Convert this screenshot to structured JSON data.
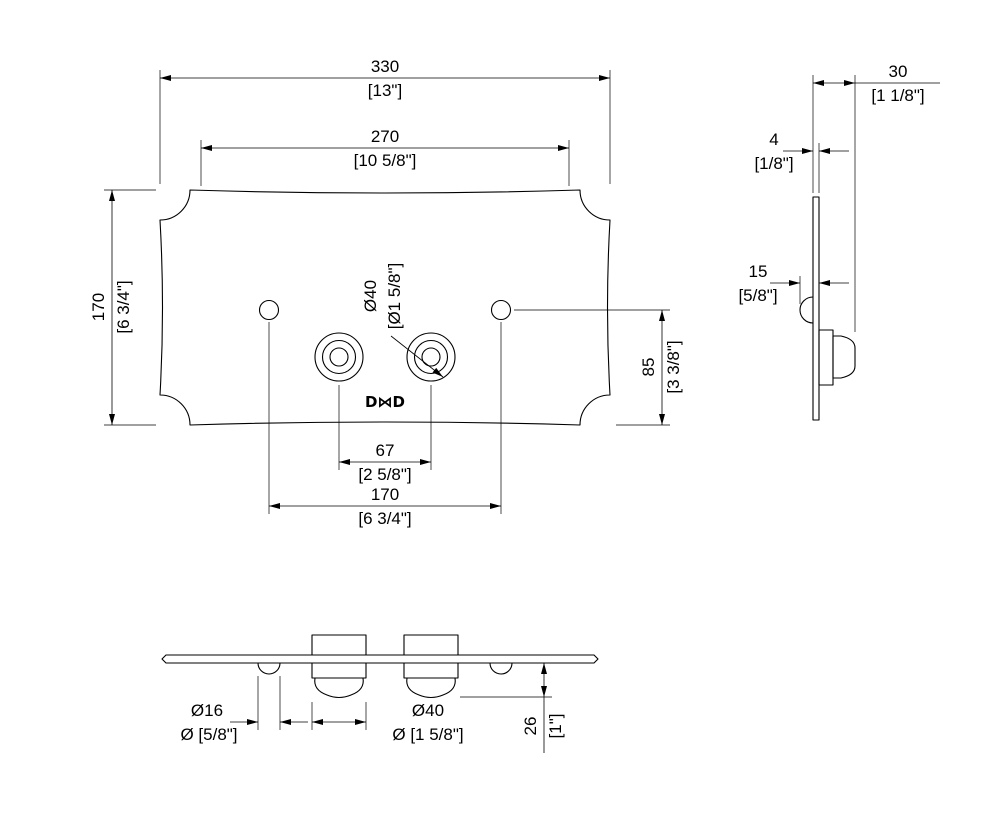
{
  "front": {
    "w_mm": "330",
    "w_in": "[13\"]",
    "iw_mm": "270",
    "iw_in": "[10 5/8\"]",
    "h_mm": "170",
    "h_in": "[6 3/4\"]",
    "knob_mm": "Ø40",
    "knob_in": "[Ø1 5/8\"]",
    "off_mm": "85",
    "off_in": "[3 3/8\"]",
    "kc_mm": "67",
    "kc_in": "[2 5/8\"]",
    "hc_mm": "170",
    "hc_in": "[6 3/4\"]",
    "logo": "D⋈D"
  },
  "side": {
    "d_mm": "30",
    "d_in": "[1 1/8\"]",
    "t_mm": "4",
    "t_in": "[1/8\"]",
    "s_mm": "15",
    "s_in": "[5/8\"]"
  },
  "bottom": {
    "hole_mm": "Ø16",
    "hole_in": "Ø [5/8\"]",
    "knob_mm": "Ø40",
    "knob_in": "Ø [1 5/8\"]",
    "h_mm": "26",
    "h_in": "[1\"]"
  }
}
